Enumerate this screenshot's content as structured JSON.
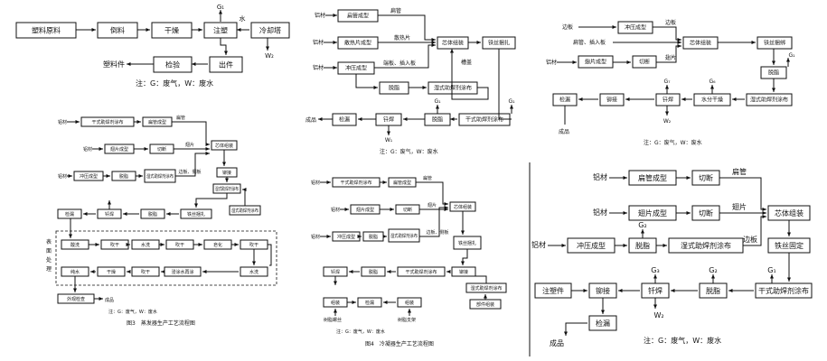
{
  "flow1": {
    "boxes": [
      "塑料原料",
      "倒料",
      "干燥",
      "注塑",
      "冷却塔",
      "检验",
      "出件"
    ],
    "labels": [
      "水",
      "塑料件"
    ],
    "g": "G₁",
    "w": "W₂",
    "note": "注：G：废气，W：废水"
  },
  "flow2": {
    "boxes": [
      "扁管成型",
      "散热片成型",
      "冲压成型",
      "芯体组装",
      "铁丝捆扎",
      "脱脂",
      "湿式助焊剂涂布",
      "干式助焊剂涂布",
      "脱脂",
      "钎焊",
      "检漏"
    ],
    "inputs": [
      "铝材",
      "铝材",
      "铝材"
    ],
    "labels": [
      "扁管",
      "散热片",
      "端板、插入板",
      "槽盖",
      "成品"
    ],
    "g": [
      "G₁",
      "G₁"
    ],
    "w": "W₁",
    "note": "注：G：废气，W：废水"
  },
  "flow3": {
    "boxes": [
      "冲压成型",
      "翅片成型",
      "切断",
      "芯体组装",
      "铁丝捆绑",
      "脱脂",
      "湿式助焊剂涂布",
      "水分干燥",
      "钎焊",
      "铆接",
      "检漏"
    ],
    "inputs": [
      "边板",
      "扁管、插入板",
      "铝材"
    ],
    "labels": [
      "边板",
      "翅片",
      "成品"
    ],
    "g": [
      "G₁",
      "G₆",
      "G₇"
    ],
    "w": "W₂",
    "note": "注：G：废气，W：废水"
  },
  "fig3": {
    "boxes": [
      "干式助焊剂涂布",
      "扁管成型",
      "翅片成型",
      "切断",
      "芯体组装",
      "冲压成型",
      "脱脂",
      "湿式助焊剂涂布",
      "铆接",
      "湿式助焊剂涂布",
      "湿式助焊剂涂布",
      "检漏",
      "钎焊",
      "脱脂",
      "铁丝捆扎",
      "部件组装",
      "酸洗",
      "吹干",
      "水洗",
      "吹干",
      "皂化",
      "吹干",
      "纯水",
      "干燥",
      "吹干",
      "浸涂水再涂",
      "水洗",
      "外观检查"
    ],
    "inputs": [
      "铝材",
      "铝材",
      "铝材"
    ],
    "labels": [
      "扁管",
      "翅片",
      "边板、侧板",
      "成品"
    ],
    "side": "表面处理",
    "caption": "图3　蒸发器生产工艺流程图",
    "note": "注：G：废气，W：废水"
  },
  "fig4": {
    "boxes": [
      "干式助焊剂涂布",
      "扁管成型",
      "翅片成型",
      "切断",
      "芯体组装",
      "冲压成型",
      "脱脂",
      "湿式助焊剂涂布",
      "铁丝捆扎",
      "钎焊",
      "脱脂",
      "干式助焊剂涂布",
      "铆接",
      "湿式助焊剂涂布",
      "组装",
      "检漏",
      "组装",
      "部件组装"
    ],
    "inputs": [
      "铝材",
      "铝材",
      "铝材"
    ],
    "labels": [
      "扁管",
      "翅片",
      "边板、侧板",
      "树脂螺丝",
      "树脂支架"
    ],
    "caption": "图4　冷凝器生产工艺流程图",
    "note": "注：G：废气，W：废水"
  },
  "flow6": {
    "boxes": [
      "扁管成型",
      "切断",
      "翅片成型",
      "切断",
      "冲压成型",
      "脱脂",
      "湿式助焊剂涂布",
      "芯体组装",
      "铁丝固定",
      "干式助焊剂涂布",
      "脱脂",
      "钎焊",
      "铆接",
      "注塑件",
      "检漏"
    ],
    "inputs": [
      "铝材",
      "铝材",
      "铝材"
    ],
    "labels": [
      "扁管",
      "翅片",
      "边板",
      "成品"
    ],
    "g": [
      "G₂",
      "G₃",
      "G₂",
      "G₁"
    ],
    "w": "W₂",
    "note": "注：G：废气，W：废水"
  }
}
